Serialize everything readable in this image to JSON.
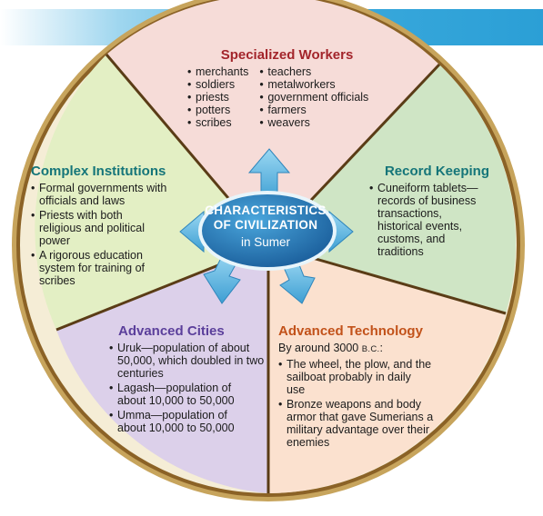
{
  "center": {
    "line1": "CHARACTERISTICS",
    "line2": "OF CIVILIZATION",
    "line3": "in Sumer"
  },
  "sections": {
    "top": {
      "title": "Specialized Workers",
      "col1": [
        "merchants",
        "soldiers",
        "priests",
        "potters",
        "scribes"
      ],
      "col2": [
        "teachers",
        "metalworkers",
        "government officials",
        "farmers",
        "weavers"
      ]
    },
    "left": {
      "title": "Complex Institutions",
      "items": [
        "Formal governments with officials and laws",
        "Priests with both religious and political power",
        "A rigorous education system for training of scribes"
      ]
    },
    "right": {
      "title": "Record Keeping",
      "items": [
        "Cuneiform tablets—records of business transactions, historical events, customs, and traditions"
      ]
    },
    "cities": {
      "title": "Advanced Cities",
      "items": [
        "Uruk—population of about 50,000, which doubled in two centuries",
        "Lagash—population of about 10,000 to 50,000",
        "Umma—population of about 10,000 to 50,000"
      ]
    },
    "tech": {
      "title": "Advanced Technology",
      "intro": "By around 3000 ",
      "era": "B.C.",
      "intro_end": ":",
      "items": [
        "The wheel, the plow, and the sailboat probably in daily use",
        "Bronze weapons and body armor that gave Sumerians a military advantage over their enemies"
      ]
    }
  },
  "colors": {
    "top": "#f6dcd8",
    "left": "#e3efc4",
    "right": "#cfe5c5",
    "cities": "#dcd0ea",
    "tech": "#fbe1cf",
    "rim": "#b58a3a",
    "arrow": "#52b5de"
  }
}
